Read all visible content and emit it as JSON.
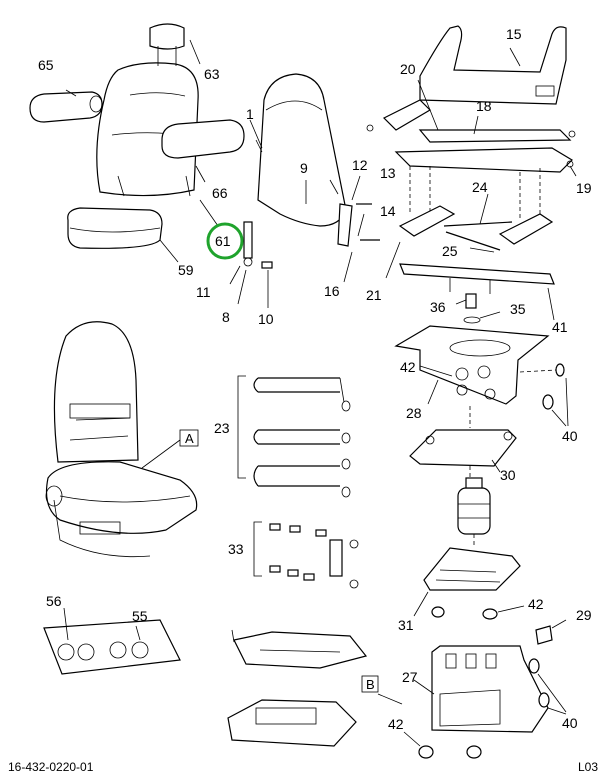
{
  "callouts": {
    "c65": "65",
    "c63": "63",
    "c1": "1",
    "c9": "9",
    "c12": "12",
    "c13": "13",
    "c14": "14",
    "c16": "16",
    "c61": "61",
    "c66": "66",
    "c59": "59",
    "c11": "11",
    "c8": "8",
    "c10": "10",
    "c15": "15",
    "c20": "20",
    "c18": "18",
    "c19": "19",
    "c24": "24",
    "c25": "25",
    "c21": "21",
    "c36": "36",
    "c35": "35",
    "c41": "41",
    "c42a": "42",
    "c28": "28",
    "c40a": "40",
    "c23": "23",
    "c30": "30",
    "c33": "33",
    "c31": "31",
    "c42b": "42",
    "c29": "29",
    "c56": "56",
    "c55": "55",
    "c27": "27",
    "c42c": "42",
    "c40b": "40"
  },
  "view_labels": {
    "a": "A",
    "b": "B"
  },
  "footer": {
    "part_number": "16-432-0220-01",
    "code": "L03"
  },
  "highlight": {
    "callout": "61",
    "color": "#1fa32c"
  }
}
